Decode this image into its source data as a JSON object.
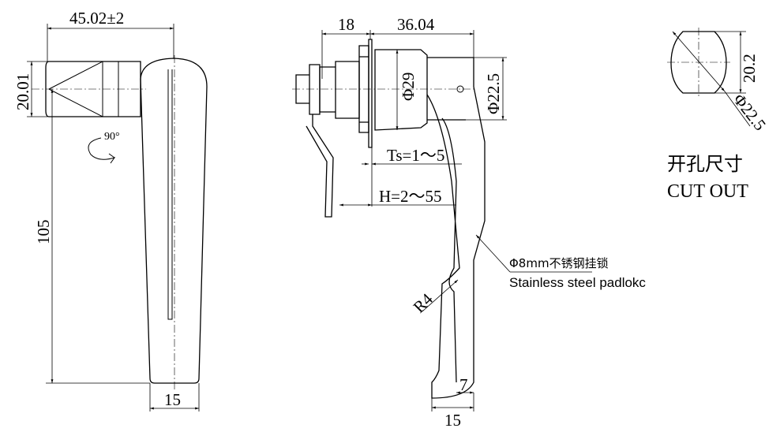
{
  "front_view": {
    "width_dim": "45.02±2",
    "height_dim_top": "20.01",
    "length_dim": "105",
    "bottom_width_dim": "15",
    "rotation_label": "90°"
  },
  "side_view": {
    "dim_18": "18",
    "dim_36": "36.04",
    "dia_29": "Φ29",
    "dia_22_5": "Φ22.5",
    "ts_range": "Ts=1～5",
    "h_range": "H=2～55",
    "radius": "R4",
    "dim_7": "7",
    "dim_15": "15",
    "padlock_label_cn": "Φ8mm不锈钢挂锁",
    "padlock_label_en": "Stainless steel padlokc"
  },
  "cutout": {
    "dim_20_2": "20.2",
    "dia_22_5": "Φ22.5",
    "title_cn": "开孔尺寸",
    "title_en": "CUT OUT"
  }
}
